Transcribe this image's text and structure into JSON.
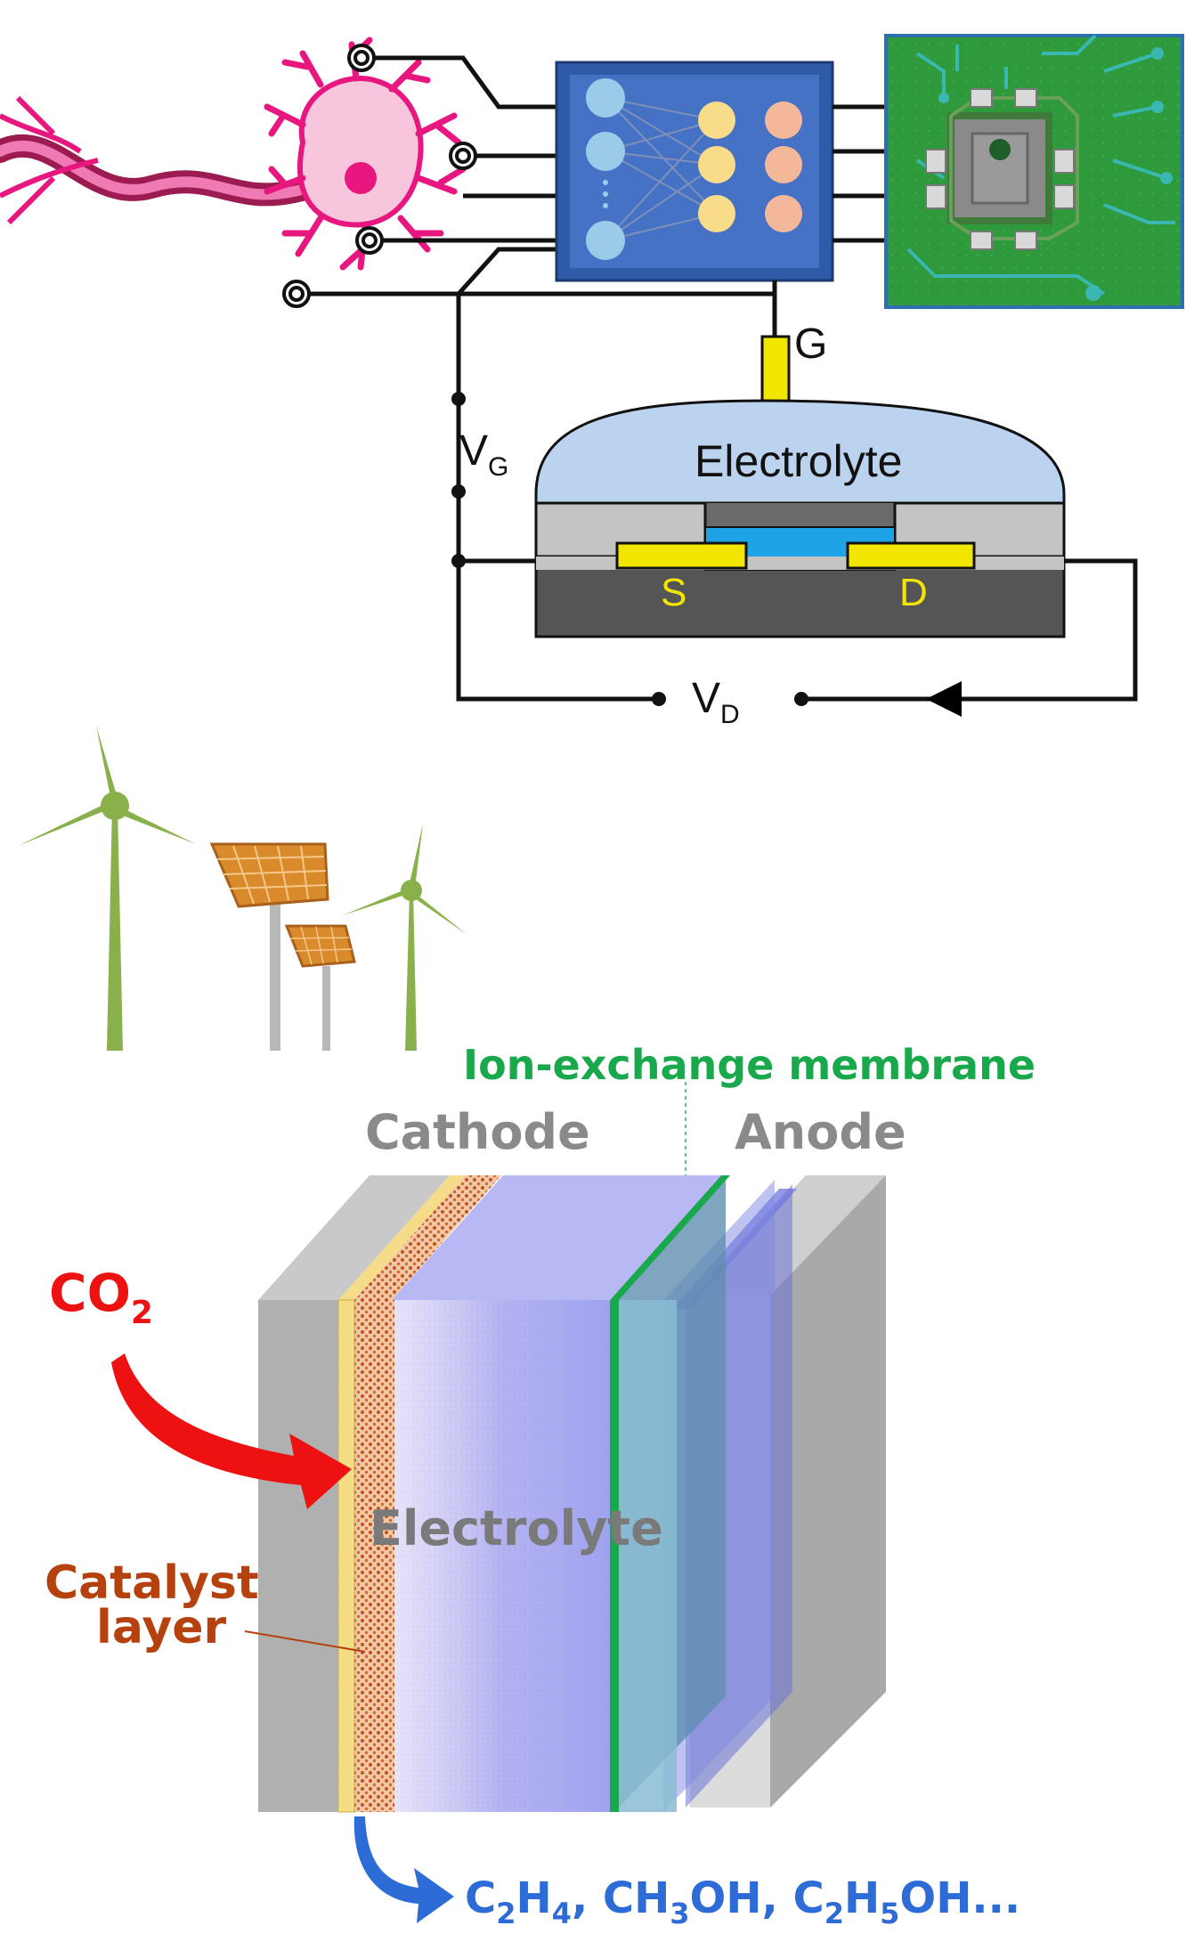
{
  "transistor": {
    "gate_label": "G",
    "electrolyte_label": "Electrolyte",
    "source_label": "S",
    "drain_label": "D",
    "vg_main": "V",
    "vg_sub": "G",
    "vd_main": "V",
    "vd_sub": "D"
  },
  "co2_cell": {
    "membrane_label": "Ion-exchange membrane",
    "cathode_label": "Cathode",
    "anode_label": "Anode",
    "electrolyte_label": "Electrolyte",
    "co2_main": "CO",
    "co2_sub": "2",
    "catalyst_line1": "Catalyst",
    "catalyst_line2": "layer",
    "products": [
      {
        "text": "C",
        "sub": false
      },
      {
        "text": "2",
        "sub": true
      },
      {
        "text": "H",
        "sub": false
      },
      {
        "text": "4",
        "sub": true
      },
      {
        "text": ", CH",
        "sub": false
      },
      {
        "text": "3",
        "sub": true
      },
      {
        "text": "OH, C",
        "sub": false
      },
      {
        "text": "2",
        "sub": true
      },
      {
        "text": "H",
        "sub": false
      },
      {
        "text": "5",
        "sub": true
      },
      {
        "text": "OH...",
        "sub": false
      }
    ]
  },
  "colors": {
    "neuron": "#e8177f",
    "chip_blue": "#3f6fbf",
    "pcb_green": "#2e9e3e",
    "gate_yellow": "#f2e500",
    "electrolyte_fill": "#bcd3ef",
    "channel_blue": "#1ea3e6",
    "membrane_text": "#1aa84c",
    "electrode_text": "#8a8a8a",
    "co2_red": "#ee1111",
    "catalyst_text": "#b5420e",
    "products_blue": "#2d6bd6",
    "turbine_green": "#8ab04c",
    "solar_orange": "#d98a2a"
  }
}
